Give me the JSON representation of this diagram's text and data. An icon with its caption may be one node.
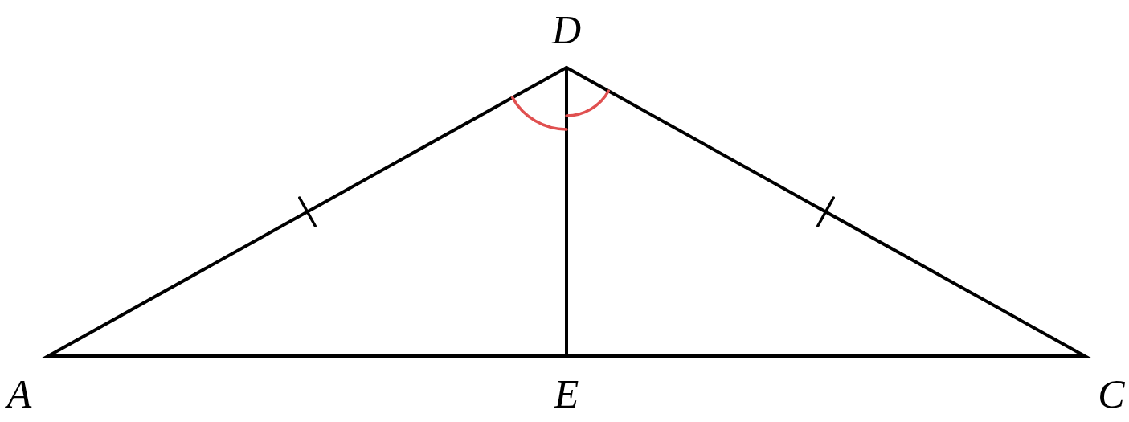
{
  "diagram": {
    "labels": [
      "D",
      "A",
      "E",
      "C"
    ]
  }
}
